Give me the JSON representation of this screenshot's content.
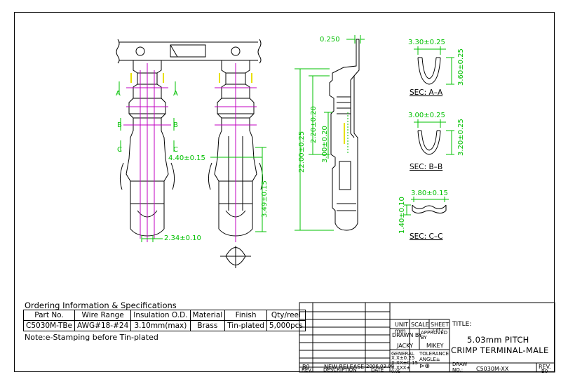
{
  "dimensions": {
    "d_0250": "0.250",
    "d_330": "3.30±0.25",
    "d_360": "3.60±0.25",
    "d_300": "3.00±0.25",
    "d_320": "3.20±0.25",
    "d_380": "3.80±0.15",
    "d_140": "1.40±0.10",
    "d_2200": "22.00±0.25",
    "d_220": "2.20±0.20",
    "d_300b": "3.00±0.20",
    "d_440": "4.40±0.15",
    "d_349": "3.49±0.15",
    "d_234": "2.34±0.10"
  },
  "section_labels": {
    "a": "A",
    "b": "B",
    "c": "C",
    "sec_a": "SEC: A–A",
    "sec_b": "SEC: B–B",
    "sec_c": "SEC: C–C"
  },
  "ordering": {
    "title": "Ordering Information & Specifications",
    "headers": [
      "Part No.",
      "Wire Range",
      "Insulation O.D.",
      "Material",
      "Finish",
      "Qty/reel"
    ],
    "row": [
      "C5030M-TBe",
      "AWG#18-#24",
      "3.10mm(max)",
      "Brass",
      "Tin-plated",
      "5,000pcs"
    ],
    "note": "Note:e-Stamping before Tin-plated"
  },
  "title_block": {
    "unit_label": "UNIT",
    "unit_value": "mm",
    "scale_label": "SCALE",
    "sheet_label": "SHEET",
    "sheet_value": "1 of 1",
    "drawn_by_label": "DRAWN BY",
    "drawn_by": "JACKY",
    "approved_label": "APPROVED BY",
    "approved_by": "MIKEY",
    "general_label": "GENERAL",
    "tolerance_label": "TOLERANCE",
    "tol_1": "X.X±0.25",
    "tol_2": "X.XX±0.15",
    "tol_3": "X.XXX±",
    "tol_4": "0.05",
    "angle_label": "ANGLE±",
    "title_label": "TITLE:",
    "title_line1": "5.03mm PITCH",
    "title_line2": "CRIMP TERMINAL-MALE",
    "draw_no_label": "DRAW NO.:",
    "draw_no": "C5030M-XX",
    "rev_label": "REV.",
    "rev_value": "B0",
    "rev_row_rev": "B0",
    "rev_row_desc": "NEW RELEASE",
    "rev_row_date": "2006.03.08",
    "col_rev": "REV.",
    "col_desc": "DESCRIPTION",
    "col_date": "DATE"
  },
  "colors": {
    "outline": "#000000",
    "dimension": "#00c000",
    "centerline": "#c000c0",
    "highlight": "#e8e000"
  }
}
